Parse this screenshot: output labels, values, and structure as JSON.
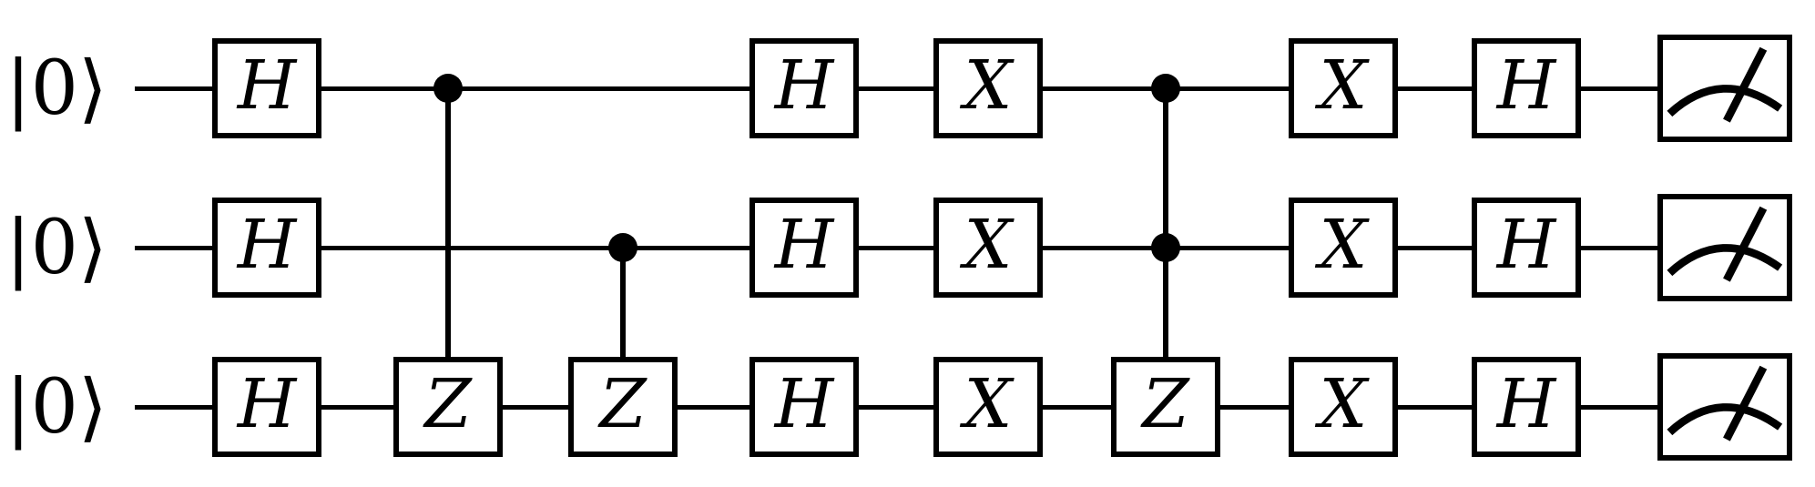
{
  "diagram_type": "quantum-circuit",
  "circuit": {
    "num_qubits": 3,
    "qubits": [
      {
        "label": "|0⟩"
      },
      {
        "label": "|0⟩"
      },
      {
        "label": "|0⟩"
      }
    ],
    "columns": [
      {
        "type": "gate",
        "label": "H",
        "targets": [
          0,
          1,
          2
        ]
      },
      {
        "type": "controlled-gate",
        "label": "Z",
        "controls": [
          0
        ],
        "targets": [
          2
        ]
      },
      {
        "type": "controlled-gate",
        "label": "Z",
        "controls": [
          1
        ],
        "targets": [
          2
        ]
      },
      {
        "type": "gate",
        "label": "H",
        "targets": [
          0,
          1,
          2
        ]
      },
      {
        "type": "gate",
        "label": "X",
        "targets": [
          0,
          1,
          2
        ]
      },
      {
        "type": "controlled-gate",
        "label": "Z",
        "controls": [
          0,
          1
        ],
        "targets": [
          2
        ]
      },
      {
        "type": "gate",
        "label": "X",
        "targets": [
          0,
          1,
          2
        ]
      },
      {
        "type": "gate",
        "label": "H",
        "targets": [
          0,
          1,
          2
        ]
      },
      {
        "type": "measure",
        "label": "",
        "targets": [
          0,
          1,
          2
        ]
      }
    ],
    "colors": {
      "stroke": "#000000",
      "background": "#ffffff"
    }
  }
}
